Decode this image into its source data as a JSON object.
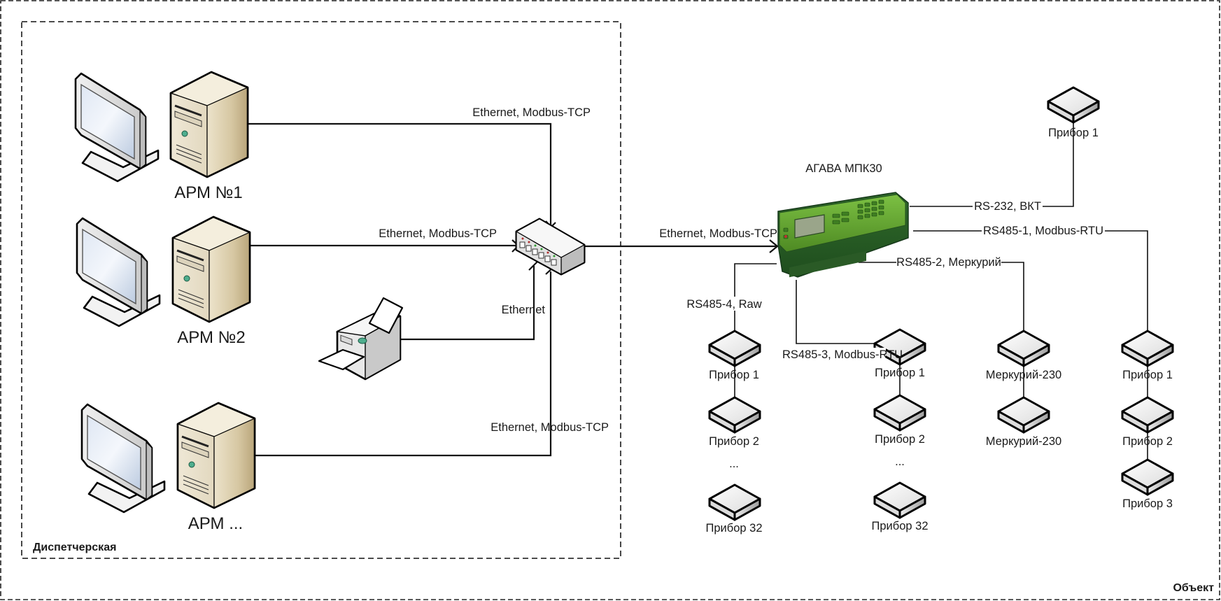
{
  "zones": {
    "object_label": "Объект",
    "dispatch_label": "Диспетчерская"
  },
  "workstations": [
    {
      "label": "АРМ №1",
      "link_label": "Ethernet, Modbus-TCP"
    },
    {
      "label": "АРМ №2",
      "link_label": "Ethernet, Modbus-TCP"
    },
    {
      "label": "АРМ ...",
      "link_label": "Ethernet, Modbus-TCP"
    }
  ],
  "printer": {
    "link_label": "Ethernet"
  },
  "uplink": {
    "label": "Ethernet, Modbus-TCP"
  },
  "controller": {
    "label": "АГАВА МПК30",
    "brand_color": "#5c9e2e",
    "screen_color": "#9aa58a"
  },
  "buses": {
    "rs232": {
      "label": "RS-232, ВКТ",
      "devices": [
        "Прибор 1"
      ]
    },
    "rs485_1": {
      "label": "RS485-1, Modbus-RTU",
      "devices": [
        "Прибор 1",
        "Прибор 2",
        "Прибор 3"
      ]
    },
    "rs485_2": {
      "label": "RS485-2, Меркурий",
      "devices": [
        "Меркурий-230",
        "Меркурий-230"
      ]
    },
    "rs485_3": {
      "label": "RS485-3, Modbus-RTU",
      "devices": [
        "Прибор 1",
        "Прибор 2",
        "Прибор 32"
      ],
      "ellipsis": "..."
    },
    "rs485_4": {
      "label": "RS485-4, Raw",
      "devices": [
        "Прибор 1",
        "Прибор 2",
        "Прибор 32"
      ],
      "ellipsis": "..."
    }
  }
}
